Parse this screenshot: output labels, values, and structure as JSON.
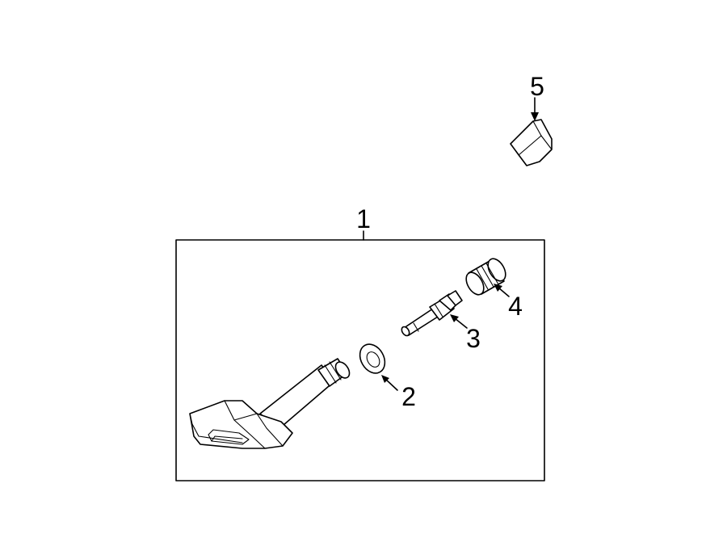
{
  "callouts": {
    "c1": "1",
    "c2": "2",
    "c3": "3",
    "c4": "4",
    "c5": "5"
  },
  "parts": [
    {
      "number": "1",
      "icon": "tpms-sensor-assembly-icon"
    },
    {
      "number": "2",
      "icon": "washer-icon"
    },
    {
      "number": "3",
      "icon": "valve-core-stem-icon"
    },
    {
      "number": "4",
      "icon": "valve-cap-icon"
    },
    {
      "number": "5",
      "icon": "label-clip-icon"
    }
  ],
  "colors": {
    "line": "#000000",
    "background": "#ffffff"
  }
}
